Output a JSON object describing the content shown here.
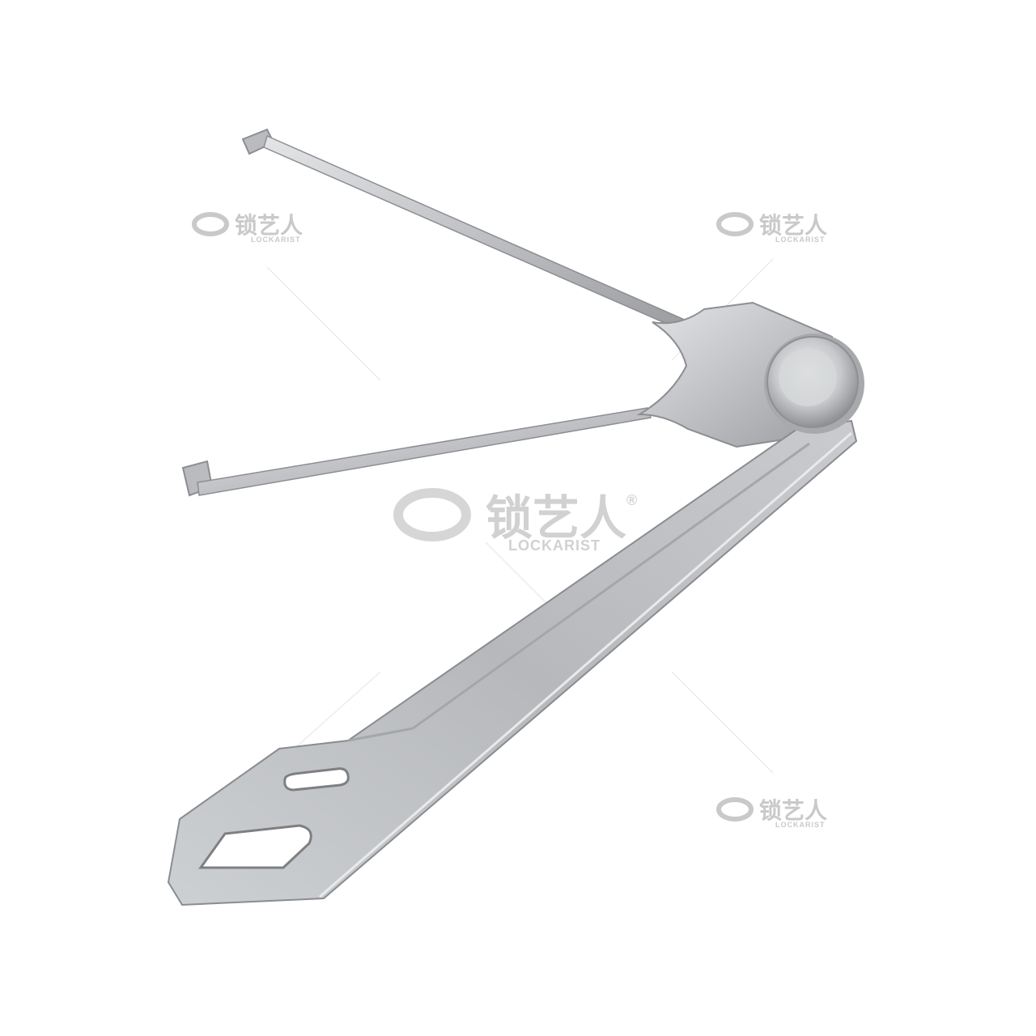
{
  "photo": {
    "subject": "tool-photo",
    "colors": {
      "background": "#ffffff",
      "steel_light": "#d9dadc",
      "steel_mid": "#b3b5b8",
      "steel_dark": "#8d8f93",
      "watermark": "#c9c9c9"
    }
  },
  "watermark": {
    "brand_cn": "锁艺人",
    "brand_en": "LOCKARIST",
    "registered": "®"
  }
}
